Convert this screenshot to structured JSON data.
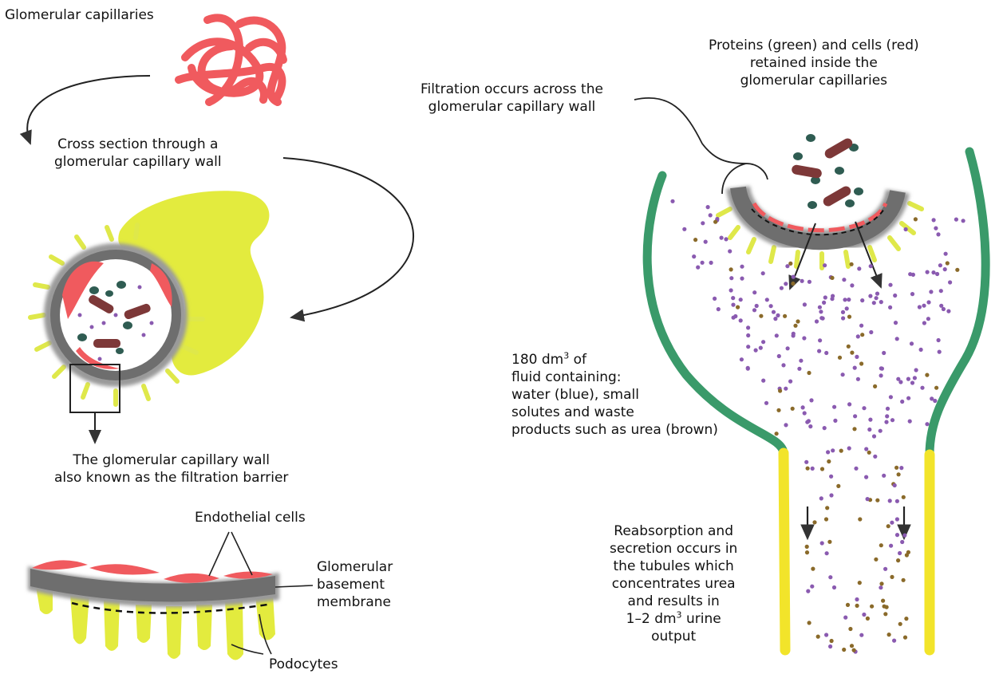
{
  "labels": {
    "glomerular_capillaries": "Glomerular capillaries",
    "cross_section": "Cross section through a\nglomerular capillary wall",
    "wall": "The glomerular capillary wall\nalso known as the filtration barrier",
    "endothelial": "Endothelial cells",
    "gbm": "Glomerular\nbasement\nmembrane",
    "podocytes": "Podocytes",
    "proteins": "Proteins (green) and cells (red)\nretained inside the\nglomerular capillaries",
    "filtration": "Filtration occurs across the\nglomerular capillary wall",
    "fluid_line1_pre": "180 dm",
    "fluid_line1_sup": "3",
    "fluid_line1_post": " of",
    "fluid_rest": "fluid containing:\nwater (blue), small\nsolutes and waste\nproducts such as urea (brown)",
    "reabs_rest": "Reabsorption and\nsecretion occurs in\nthe tubules which\nconcentrates urea\nand results in",
    "reabs_line_pre": "1–2 dm",
    "reabs_line_sup": "3",
    "reabs_line_post": " urine",
    "reabs_last": "output"
  },
  "colors": {
    "capillary_red": "#f05a5e",
    "podocyte_yellow": "#e3eb3e",
    "membrane_grey": "#777777",
    "protein_green": "#2f5c52",
    "cell_brown": "#7d3838",
    "water_purple": "#8a5ab0",
    "urea_brown": "#8a6a2a",
    "tubule_green": "#3a9a6a",
    "tubule_yellow": "#f2e42a"
  }
}
